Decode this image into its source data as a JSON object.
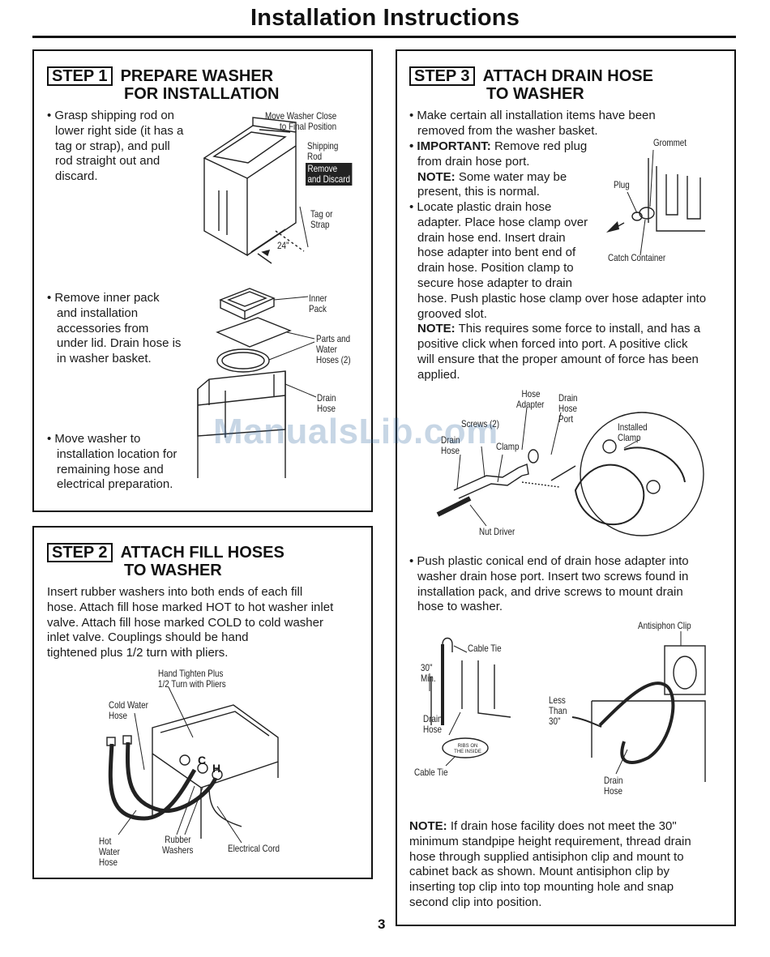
{
  "page": {
    "title": "Installation Instructions",
    "page_number": "3",
    "watermark": "ManualsLib.com"
  },
  "step1": {
    "tag": "STEP 1",
    "heading_line1": "PREPARE WASHER",
    "heading_line2": "FOR INSTALLATION",
    "bullet1": [
      "• Grasp shipping rod on",
      "lower right side (it has a",
      "tag or strap), and pull",
      "rod straight out and",
      "discard."
    ],
    "bullet2": [
      "• Remove inner pack",
      "and installation",
      "accessories from",
      "under lid. Drain hose is",
      "in washer basket."
    ],
    "bullet3": [
      "• Move washer to",
      "installation location for",
      "remaining hose and",
      "electrical preparation."
    ],
    "fig1": {
      "move_close": [
        "Move Washer Close",
        "to Final Position"
      ],
      "shipping_rod": [
        "Shipping",
        "Rod"
      ],
      "remove_discard": [
        "Remove",
        "and Discard"
      ],
      "tag_strap": [
        "Tag or",
        "Strap"
      ],
      "dimension": "24\""
    },
    "fig2": {
      "inner_pack": [
        "Inner",
        "Pack"
      ],
      "parts_hoses": [
        "Parts and",
        "Water",
        "Hoses (2)"
      ],
      "drain_hose": [
        "Drain",
        "Hose"
      ]
    }
  },
  "step2": {
    "tag": "STEP 2",
    "heading_line1": "ATTACH FILL HOSES",
    "heading_line2": "TO WASHER",
    "body": [
      "Insert rubber washers into both ends of each fill",
      "hose. Attach fill hose marked HOT to hot washer inlet",
      "valve. Attach fill hose marked COLD to cold washer",
      "inlet valve. Couplings should be hand",
      "tightened plus 1/2 turn with pliers."
    ],
    "fig": {
      "hand_tighten": [
        "Hand Tighten Plus",
        "1/2 Turn with Pliers"
      ],
      "cold_water": [
        "Cold Water",
        "Hose"
      ],
      "hot_water": [
        "Hot",
        "Water",
        "Hose"
      ],
      "rubber_washers": [
        "Rubber",
        "Washers"
      ],
      "electrical_cord": "Electrical Cord",
      "valve_c": "C",
      "valve_h": "H"
    }
  },
  "step3": {
    "tag": "STEP 3",
    "heading_line1": "ATTACH DRAIN HOSE",
    "heading_line2": "TO WASHER",
    "bullet_a": [
      "• Make certain all installation items have been",
      "removed from the washer basket."
    ],
    "important_label": "• IMPORTANT:",
    "important_text": " Remove red plug",
    "lines_b": [
      "from drain hose port."
    ],
    "note1_label": "NOTE:",
    "note1_text": [
      " Some water may be",
      "present, this is normal."
    ],
    "bullet_c": [
      "• Locate plastic drain hose",
      "adapter. Place hose clamp over",
      "drain hose end. Insert drain",
      "hose adapter into bent end of",
      "drain hose. Position clamp to",
      "secure hose adapter to drain"
    ],
    "bullet_c_full": [
      "hose. Push plastic hose clamp over hose adapter into",
      "grooved slot."
    ],
    "note2_label": "NOTE:",
    "note2_text": [
      " This requires some force to install, and has a",
      "positive click when forced into port. A positive click",
      "will ensure that the proper amount of force has been",
      "applied."
    ],
    "bullet_d": [
      "• Push plastic conical end of drain hose adapter into",
      "washer drain hose port. Insert two screws found in",
      "installation pack, and drive screws to mount drain",
      "hose to washer."
    ],
    "note3_label": "NOTE:",
    "note3_text": [
      " If drain hose facility does not meet the 30\"",
      "minimum standpipe height requirement, thread drain",
      "hose through supplied antisiphon clip and mount to",
      "cabinet back as shown. Mount antisiphon clip by",
      "inserting top clip into top mounting hole and snap",
      "second clip into position."
    ],
    "fig_plug": {
      "grommet": "Grommet",
      "plug": "Plug",
      "catch_container": "Catch Container"
    },
    "fig_adapter": {
      "hose_adapter": [
        "Hose",
        "Adapter"
      ],
      "drain_hose_port": [
        "Drain",
        "Hose",
        "Port"
      ],
      "screws": "Screws (2)",
      "drain_hose": [
        "Drain",
        "Hose"
      ],
      "clamp": "Clamp",
      "installed_clamp": [
        "Installed",
        "Clamp"
      ],
      "nut_driver": "Nut Driver"
    },
    "fig_siphon": {
      "antisiphon_clip": "Antisiphon Clip",
      "cable_tie_top": "Cable Tie",
      "min_30": [
        "30\"",
        "Min."
      ],
      "drain_hose_left": [
        "Drain",
        "Hose"
      ],
      "less_than": [
        "Less",
        "Than",
        "30\""
      ],
      "cable_tie_bottom": "Cable Tie",
      "tie_tag": [
        "RIBS ON",
        "THE INSIDE"
      ],
      "drain_hose_right": [
        "Drain",
        "Hose"
      ]
    }
  }
}
